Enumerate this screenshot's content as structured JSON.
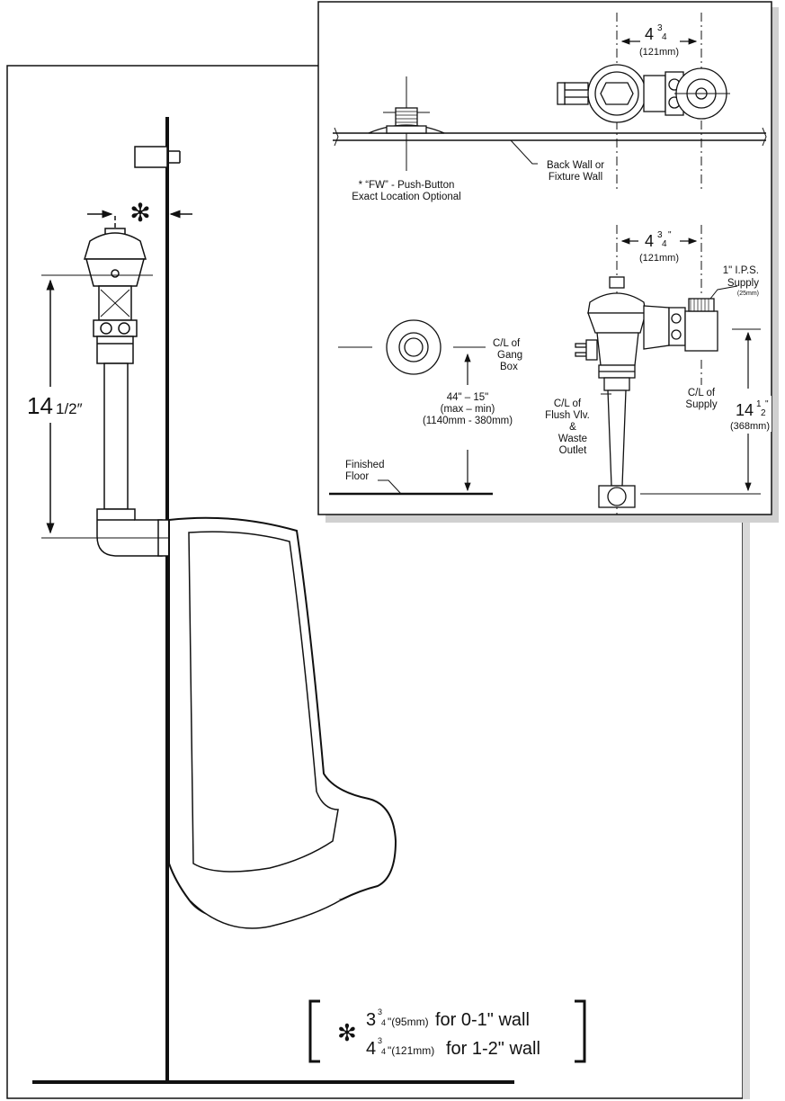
{
  "side_view": {
    "height_dim": "14",
    "height_dim_frac": "1/2″",
    "star": "✻"
  },
  "plan_view": {
    "width_dim": "4",
    "width_frac_num": "3",
    "width_frac_den": "4",
    "width_mm": "(121mm)",
    "pushbutton_line1": "* “FW” - Push-Button",
    "pushbutton_line2": "Exact Location Optional",
    "backwall_line1": "Back Wall or",
    "backwall_line2": "Fixture Wall"
  },
  "front_view": {
    "width_dim": "4",
    "width_frac_num": "3",
    "width_frac_den": "4",
    "width_inch_mark": "\"",
    "width_mm": "(121mm)",
    "supply_line1": "1\" I.P.S.",
    "supply_line2": "Supply",
    "supply_mm": "(25mm)",
    "gangbox_line1": "C/L of",
    "gangbox_line2": "Gang",
    "gangbox_line3": "Box",
    "height_range_line1": "44\" – 15\"",
    "height_range_line2": "(max – min)",
    "height_range_line3": "(1140mm - 380mm)",
    "floor_line1": "Finished",
    "floor_line2": "Floor",
    "flush_line1": "C/L of",
    "flush_line2": "Flush Vlv.",
    "flush_line3": "&",
    "flush_line4": "Waste",
    "flush_line5": "Outlet",
    "supply_cl_line1": "C/L of",
    "supply_cl_line2": "Supply",
    "height_dim": "14",
    "height_frac_num": "1",
    "height_frac_den": "2",
    "height_inch_mark": "\"",
    "height_mm": "(368mm)"
  },
  "footnote": {
    "star": "✻",
    "line1_main": "3",
    "line1_frac_num": "3",
    "line1_frac_den": "4",
    "line1_mm": "\"(95mm)",
    "line1_text": "for 0-1\" wall",
    "line2_main": "4",
    "line2_frac_num": "3",
    "line2_frac_den": "4",
    "line2_mm": "\"(121mm)",
    "line2_text": "for 1-2\" wall"
  }
}
